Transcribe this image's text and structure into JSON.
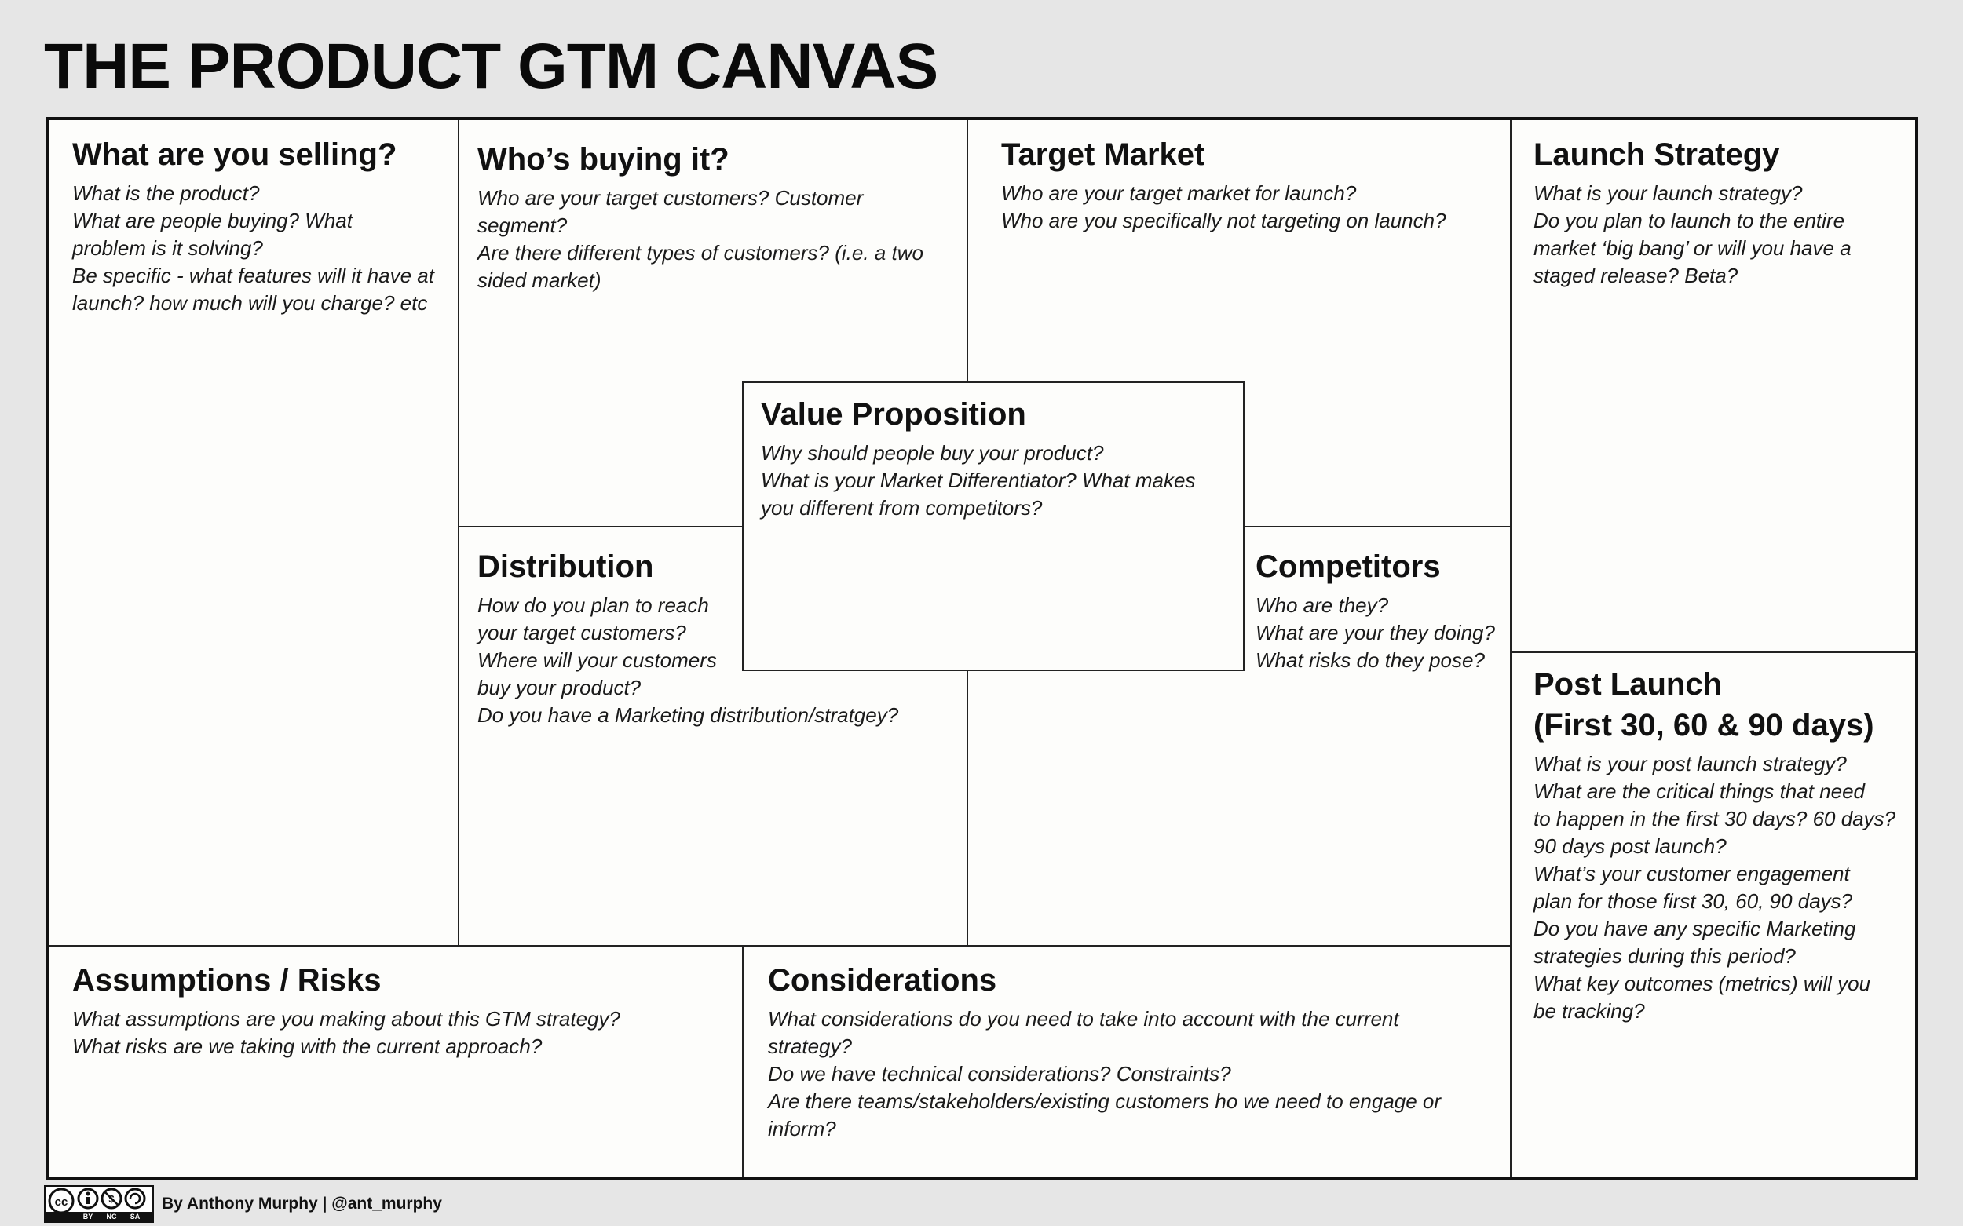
{
  "page": {
    "title": "THE PRODUCT GTM CANVAS"
  },
  "sections": {
    "selling": {
      "title": "What are you selling?",
      "prompts": [
        "What is the product?",
        "What are people buying? What",
        "problem is it solving?",
        "Be specific - what features will it have at",
        "launch? how much will you charge? etc"
      ]
    },
    "buying": {
      "title": "Who’s buying it?",
      "prompts": [
        "Who are your target customers? Customer",
        "segment?",
        "Are there different types of customers? (i.e. a two",
        "sided market)"
      ]
    },
    "target_market": {
      "title": "Target Market",
      "prompts": [
        "Who are your target market for launch?",
        "Who are you specifically not targeting on launch?"
      ]
    },
    "launch_strategy": {
      "title": "Launch Strategy",
      "prompts": [
        "What is your launch strategy?",
        "Do you plan to launch to the entire",
        "market ‘big bang’ or will you have a",
        "staged release? Beta?"
      ]
    },
    "value_proposition": {
      "title": "Value Proposition",
      "prompts": [
        "Why should people buy your product?",
        "What is your Market Differentiator? What makes",
        "you different from competitors?"
      ]
    },
    "distribution": {
      "title": "Distribution",
      "prompts": [
        "How do you plan to reach",
        "your target customers?",
        "Where will your customers",
        "buy your product?",
        "Do you have a Marketing distribution/stratgey?"
      ]
    },
    "competitors": {
      "title": "Competitors",
      "prompts": [
        "Who are they?",
        "What are your they doing?",
        "What risks do they pose?"
      ]
    },
    "post_launch": {
      "title_line1": "Post Launch",
      "title_line2": "(First 30, 60 & 90 days)",
      "prompts": [
        "What is your post launch strategy?",
        "What are the critical things that need",
        "to happen in the first 30 days? 60 days?",
        "90 days post launch?",
        "What’s your customer engagement",
        "plan for those first 30, 60, 90 days?",
        "Do you have any specific Marketing",
        "strategies during this period?",
        "What key outcomes (metrics) will you",
        "be tracking?"
      ]
    },
    "assumptions": {
      "title": "Assumptions / Risks",
      "prompts": [
        "What assumptions are you making about this GTM strategy?",
        "What risks are we taking with the current approach?"
      ]
    },
    "considerations": {
      "title": "Considerations",
      "prompts": [
        "What considerations do you need to take into account with the current",
        "strategy?",
        "Do we have technical considerations? Constraints?",
        "Are there teams/stakeholders/existing customers ho we need to engage or",
        "inform?"
      ]
    }
  },
  "footer": {
    "license_labels": [
      "BY",
      "NC",
      "SA"
    ],
    "credit": "By Anthony Murphy | @ant_murphy"
  }
}
